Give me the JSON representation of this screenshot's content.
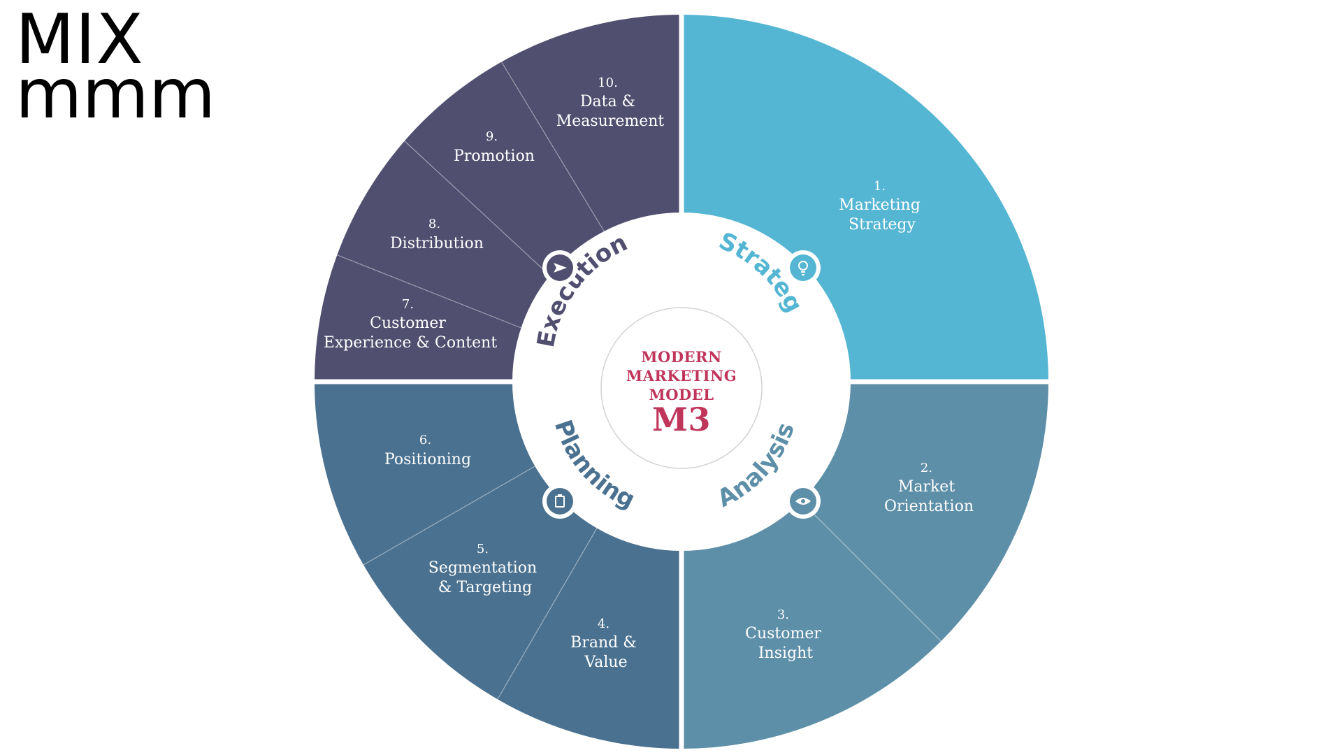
{
  "logo": {
    "line1": "MIX",
    "line2": "mmm"
  },
  "center": {
    "line1": "MODERN",
    "line2": "MARKETING",
    "line3": "MODEL",
    "big": "M3"
  },
  "phases": {
    "strategy": "Strategy",
    "analysis": "Analysis",
    "planning": "Planning",
    "execution": "Execution"
  },
  "segments": [
    {
      "number": "1.",
      "lines": [
        "Marketing",
        "Strategy"
      ]
    },
    {
      "number": "2.",
      "lines": [
        "Market",
        "Orientation"
      ]
    },
    {
      "number": "3.",
      "lines": [
        "Customer",
        "Insight"
      ]
    },
    {
      "number": "4.",
      "lines": [
        "Brand &",
        "Value"
      ]
    },
    {
      "number": "5.",
      "lines": [
        "Segmentation",
        "& Targeting"
      ]
    },
    {
      "number": "6.",
      "lines": [
        "Positioning"
      ]
    },
    {
      "number": "7.",
      "lines": [
        "Customer",
        "Experience & Content"
      ]
    },
    {
      "number": "8.",
      "lines": [
        "Distribution"
      ]
    },
    {
      "number": "9.",
      "lines": [
        "Promotion"
      ]
    },
    {
      "number": "10.",
      "lines": [
        "Data &",
        "Measurement"
      ]
    }
  ],
  "colors": {
    "strategy": "#55b6d3",
    "analysis": "#5e8fa8",
    "planning": "#4a7190",
    "execution": "#514f70",
    "accent": "#c0355a"
  },
  "icons": {
    "strategy": "lightbulb-icon",
    "analysis": "eye-icon",
    "planning": "clipboard-icon",
    "execution": "arrow-icon"
  }
}
